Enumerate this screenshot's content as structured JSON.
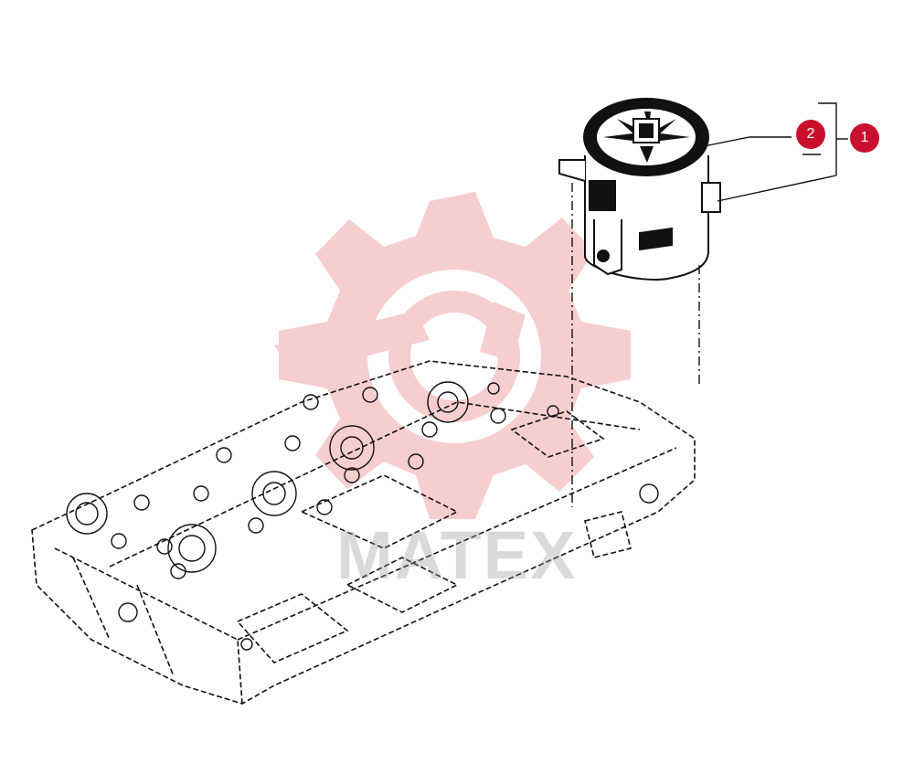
{
  "callouts": [
    {
      "label": "1"
    },
    {
      "label": "2"
    }
  ],
  "watermark": {
    "text": "MATEX"
  },
  "colors": {
    "callout_fill": "#c8102e",
    "watermark_red": "#f6c9c9",
    "line": "#111111"
  },
  "icons": [
    "gear-wrench-watermark-icon"
  ]
}
